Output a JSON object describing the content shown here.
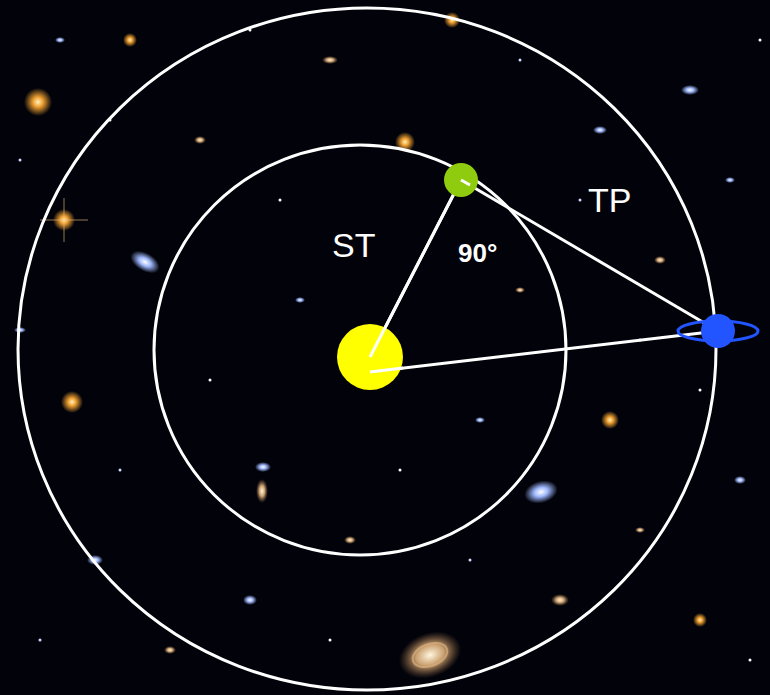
{
  "diagram": {
    "labels": [
      "ST",
      "90°",
      "TP"
    ]
  }
}
